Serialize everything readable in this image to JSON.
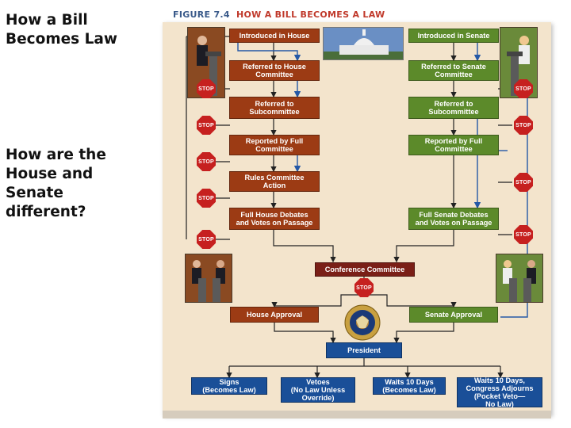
{
  "slide": {
    "title1": "How a Bill\nBecomes Law",
    "title2": "How are the\nHouse and\nSenate\ndifferent?"
  },
  "figure": {
    "label": "FIGURE 7.4",
    "title": "HOW A BILL BECOMES A LAW",
    "colors": {
      "panel": "#f3e4cc",
      "house": "#9c3b14",
      "senate": "#5c8a2a",
      "conference": "#7a1f17",
      "president": "#1a4f98",
      "stop": "#c6201f",
      "line": "#222222",
      "return_line": "#2458a6"
    },
    "house_steps": [
      "Introduced in House",
      "Referred to House\nCommittee",
      "Referred to\nSubcommittee",
      "Reported by Full\nCommittee",
      "Rules Committee\nAction",
      "Full House Debates\nand Votes on Passage"
    ],
    "senate_steps": [
      "Introduced in Senate",
      "Referred to Senate\nCommittee",
      "Referred to\nSubcommittee",
      "Reported by Full\nCommittee",
      "Full Senate Debates\nand Votes on Passage"
    ],
    "conference": "Conference Committee",
    "house_approval": "House Approval",
    "senate_approval": "Senate Approval",
    "president": "President",
    "outcomes": [
      "Signs\n(Becomes Law)",
      "Vetoes\n(No Law Unless\nOverride)",
      "Waits 10 Days\n(Becomes Law)",
      "Waits 10 Days,\nCongress Adjourns\n(Pocket Veto—\nNo Law)"
    ],
    "stop_label": "STOP",
    "icons": [
      "capitol-icon",
      "presidential-seal-icon",
      "house-speaker-icon",
      "senate-speaker-icon"
    ]
  }
}
